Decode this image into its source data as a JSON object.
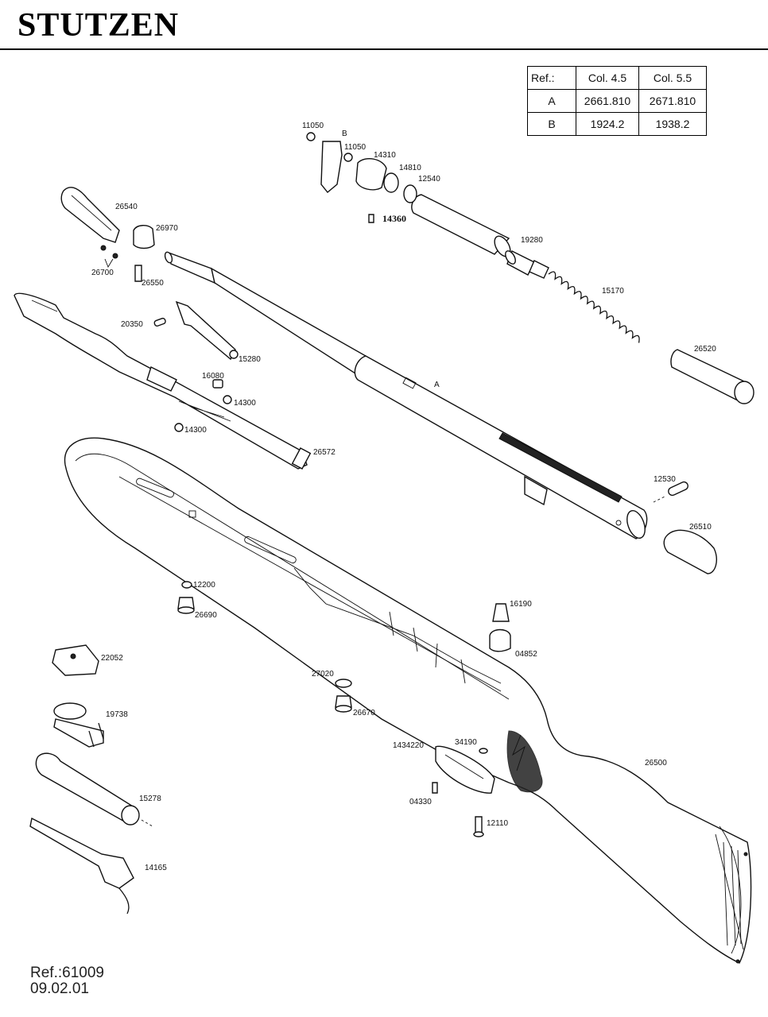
{
  "title": "STUTZEN",
  "ref_table": {
    "headers": [
      "Ref.:",
      "Col. 4.5",
      "Col. 5.5"
    ],
    "rows": [
      [
        "A",
        "2661.810",
        "2671.810"
      ],
      [
        "B",
        "1924.2",
        "1938.2"
      ]
    ]
  },
  "callouts": {
    "p11050a": "11050",
    "pB": "B",
    "p11050b": "11050",
    "p14310": "14310",
    "p14810": "14810",
    "p12540": "12540",
    "p14360": "14360",
    "p19280": "19280",
    "p15170": "15170",
    "p26520": "26520",
    "p26540": "26540",
    "p26970": "26970",
    "p26700": "26700",
    "p26550": "26550",
    "p20350": "20350",
    "p15280": "15280",
    "p16080": "16080",
    "p14300a": "14300",
    "p14300b": "14300",
    "p26572": "26572",
    "pA": "A",
    "p12530": "12530",
    "p26510": "26510",
    "p12200": "12200",
    "p26690": "26690",
    "p16190": "16190",
    "p04852": "04852",
    "p22052": "22052",
    "p27020": "27020",
    "p26670": "26670",
    "p19738": "19738",
    "p1434220": "1434220",
    "p34190": "34190",
    "p26500": "26500",
    "p04330": "04330",
    "p12110": "12110",
    "p15278": "15278",
    "p14165": "14165"
  },
  "footer": {
    "ref": "Ref.:61009",
    "date": "09.02.01"
  }
}
